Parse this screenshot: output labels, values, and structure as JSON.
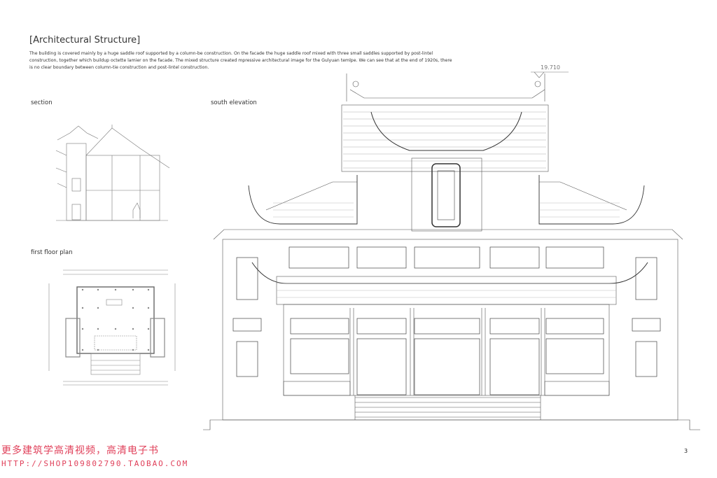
{
  "header": {
    "title": "[Architectural Structure]",
    "description": "The building is covered mainly by a huge saddle roof supported by a column-be construction. On the facade the huge saddle roof mixed with three small saddles supported by post-lintel construction, together which buildup octette lamier on the facade. The mixed structure created mpressive architectural image for the Gulyuan temlpe.  We can see that at the end of 1920s, there is no clear boundary between column-tie construction and post-lintel construction."
  },
  "drawings": {
    "section_label": "section",
    "floor_plan_label": "first floor plan",
    "elevation_label": "south elevation",
    "elevation_height": "19.710",
    "plaque_icon": "plaque-icon"
  },
  "footer": {
    "page_number": "3",
    "watermark_line1": "更多建筑学高清视频，高清电子书",
    "watermark_line2": "HTTP://SHOP109802790.TAOBAO.COM",
    "watermark_color": "#e0405a"
  }
}
